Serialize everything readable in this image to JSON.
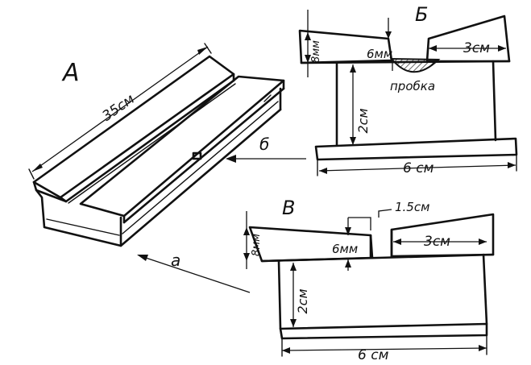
{
  "figure": {
    "labels": {
      "a": "А",
      "b": "Б",
      "v": "В",
      "b_arrow": "б",
      "a_arrow": "а"
    },
    "view_a": {
      "length": "35см"
    },
    "view_b": {
      "left_height": "8мм",
      "gap_depth": "6мм",
      "right_width": "3см",
      "cork": "пробка",
      "post_height": "2см",
      "base_width": "6 см"
    },
    "view_v": {
      "left_height": "8мм",
      "slot_width": "1.5см",
      "gap_depth": "6мм",
      "right_width": "3см",
      "post_height": "2см",
      "base_width": "6 см"
    }
  }
}
